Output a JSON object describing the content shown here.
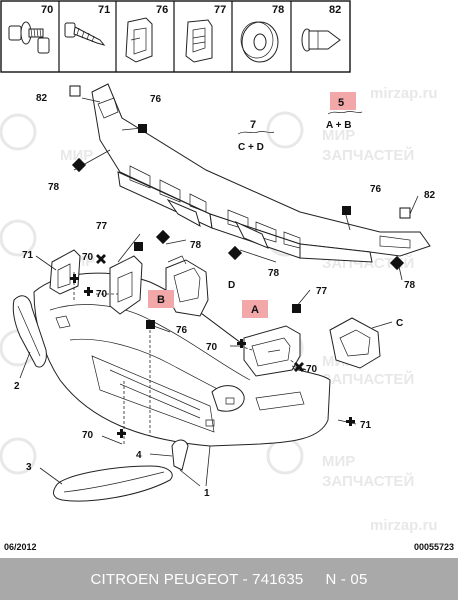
{
  "parts_strip": {
    "cells": [
      {
        "number": "70",
        "icon": "screw-with-washer-icon"
      },
      {
        "number": "71",
        "icon": "self-tapping-screw-icon"
      },
      {
        "number": "76",
        "icon": "clip-bracket-icon"
      },
      {
        "number": "77",
        "icon": "spring-clip-icon"
      },
      {
        "number": "78",
        "icon": "washer-ring-icon"
      },
      {
        "number": "82",
        "icon": "push-rivet-icon"
      }
    ]
  },
  "watermark": {
    "brand_top": "МИР",
    "brand_bottom": "ЗАПЧАСТЕЙ",
    "url": "mirzap.ru"
  },
  "callouts": {
    "c82_left": "82",
    "c76_top": "76",
    "c78_left": "78",
    "c7": "7",
    "c7_sub": "C + D",
    "c5": "5",
    "c5_sub": "A + B",
    "c76_right": "76",
    "c82_right": "82",
    "c77_left": "77",
    "c78_mid": "78",
    "c71_left": "71",
    "c70_a": "70",
    "c70_b": "70",
    "c78_bottom": "78",
    "c78_right": "78",
    "tag_b": "B",
    "c76_center": "76",
    "d": "D",
    "c77_right": "77",
    "tag_a": "A",
    "c": "C",
    "c70_c": "70",
    "c70_d": "70",
    "c2": "2",
    "c71_right": "71",
    "c70_e": "70",
    "c4": "4",
    "c3": "3",
    "c1": "1"
  },
  "colors": {
    "tag_fill": "#f2a7a9",
    "footer_bg": "#a9a9a9"
  },
  "footer": {
    "date_code": "06/2012",
    "doc_code": "00055723",
    "title": "CITROEN PEUGEOT - 741635",
    "code": "N - 05"
  }
}
